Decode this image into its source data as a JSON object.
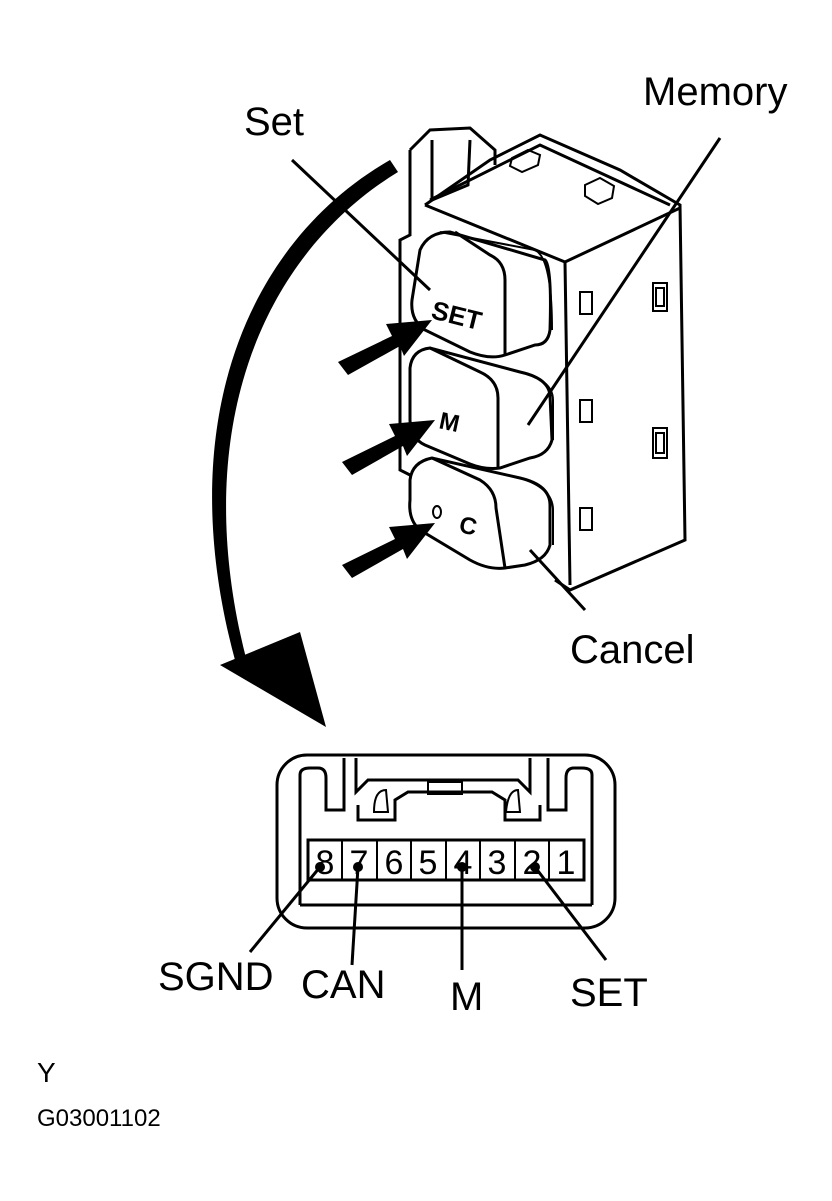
{
  "labels": {
    "set": "Set",
    "memory": "Memory",
    "cancel": "Cancel"
  },
  "buttons": {
    "set": "SET",
    "memory": "M",
    "cancel": "C"
  },
  "connector": {
    "pins": [
      "8",
      "7",
      "6",
      "5",
      "4",
      "3",
      "2",
      "1"
    ],
    "callouts": {
      "sgnd": "SGND",
      "can": "CAN",
      "m": "M",
      "set": "SET"
    }
  },
  "footer": {
    "code": "Y",
    "figure_id": "G03001102"
  }
}
